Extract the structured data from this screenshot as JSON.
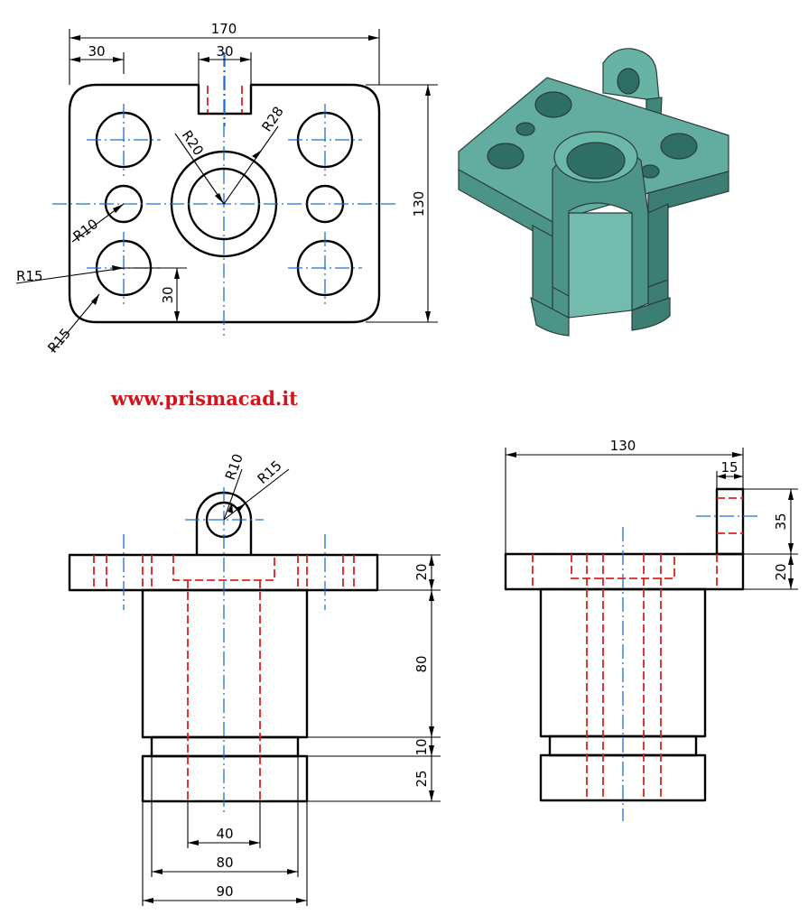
{
  "website": "www.prismacad.it",
  "top_view": {
    "dims": {
      "width": "170",
      "left_offset": "30",
      "slot_width": "30",
      "height": "130",
      "r_inner": "R20",
      "r_outer": "R28",
      "r_small": "R10",
      "r_hole": "R15",
      "r_corner": "R15",
      "offset_30": "30"
    }
  },
  "front_view": {
    "dims": {
      "lug_r_inner": "R10",
      "lug_r_outer": "R15",
      "flange_h": "20",
      "body_h": "80",
      "neck_h": "10",
      "base_h": "25",
      "bore": "40",
      "neck_w": "80",
      "base_w": "90"
    }
  },
  "side_view": {
    "dims": {
      "width": "130",
      "lug_t": "15",
      "lug_h": "35",
      "flange_h": "20"
    }
  },
  "iso_view": {
    "color": "#5fa99a",
    "edge": "#2a3d3a"
  }
}
